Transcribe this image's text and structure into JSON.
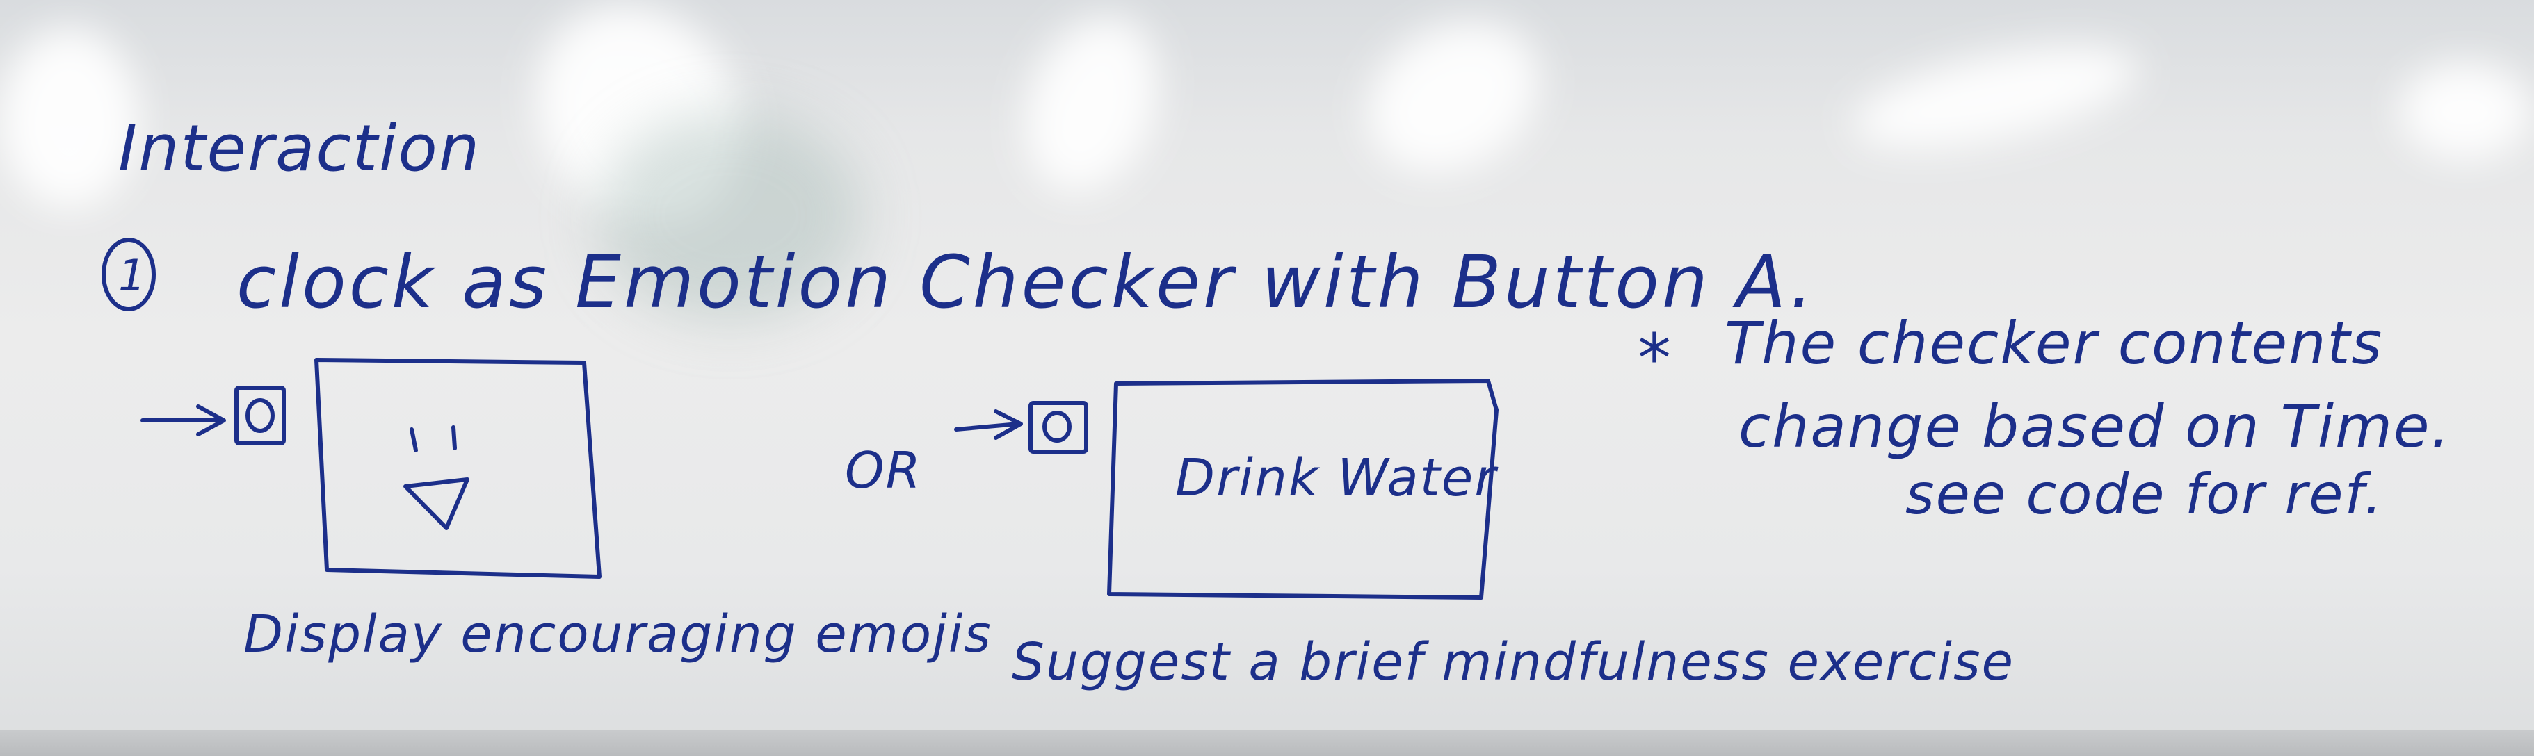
{
  "heading": "Interaction",
  "item_number": "1",
  "item_title": "clock as Emotion Checker with Button A.",
  "separator": "OR",
  "left_screen_caption": "Display encouraging emojis",
  "right_screen_text": "Drink Water",
  "right_screen_caption": "Suggest a brief mindfulness exercise",
  "note_asterisk": "*",
  "note_lines": [
    "The checker contents",
    "change based on Time.",
    "see code for ref."
  ],
  "colors": {
    "ink": "#1c2f8a",
    "board": "#e9eaeb"
  }
}
